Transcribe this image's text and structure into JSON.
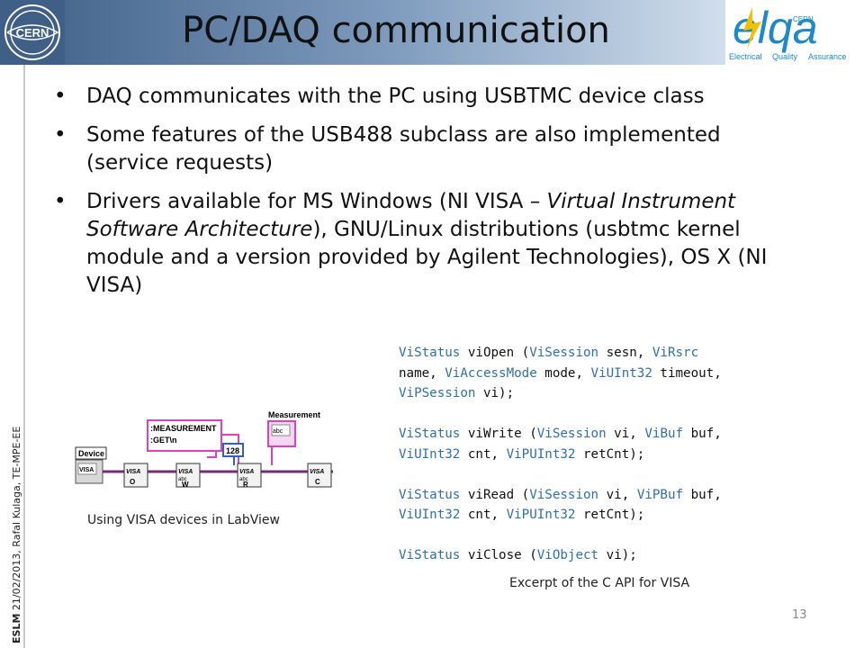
{
  "header": {
    "title": "PC/DAQ communication",
    "cern_logo": "CERN",
    "elqa_logo": {
      "mark": "elqa",
      "sub_a": "Electrical",
      "sub_b": "Quality",
      "sub_c": "Assurance",
      "cern": "CERN"
    }
  },
  "sidebar": {
    "prefix": "ESLM",
    "text": " 21/02/2013,  Rafal Kulaga, TE-MPE-EE"
  },
  "bullets": [
    {
      "parts": [
        "DAQ communicates with the PC using USBTMC device class"
      ]
    },
    {
      "parts": [
        "Some features of the USB488 subclass are also implemented (service requests)"
      ]
    },
    {
      "parts": [
        "Drivers available for MS Windows (NI VISA – ",
        "Virtual Instrument Software Architecture",
        "), GNU/Linux distributions (usbtmc kernel module and a version provided by Agilent Technologies), OS X (NI VISA)"
      ]
    }
  ],
  "code": {
    "lines": [
      [
        "ViStatus",
        " viOpen (",
        "ViSession",
        " sesn, ",
        "ViRsrc"
      ],
      [
        "name, ",
        "ViAccessMode",
        " mode, ",
        "ViUInt32",
        " timeout,"
      ],
      [
        "ViPSession",
        " vi);"
      ],
      [
        ""
      ],
      [
        "ViStatus",
        " viWrite (",
        "ViSession",
        " vi, ",
        "ViBuf",
        " buf,"
      ],
      [
        "ViUInt32",
        " cnt, ",
        "ViPUInt32",
        " retCnt);"
      ],
      [
        ""
      ],
      [
        "ViStatus",
        " viRead (",
        "ViSession",
        " vi, ",
        "ViPBuf",
        " buf,"
      ],
      [
        "ViUInt32",
        " cnt, ",
        "ViPUInt32",
        " retCnt);"
      ],
      [
        ""
      ],
      [
        "ViStatus",
        " viClose (",
        "ViObject",
        " vi);"
      ]
    ],
    "type_tokens": [
      "ViStatus",
      "ViSession",
      "ViRsrc",
      "ViAccessMode",
      "ViUInt32",
      "ViPSession",
      "ViBuf",
      "ViPUInt32",
      "ViPBuf",
      "ViObject"
    ]
  },
  "labview": {
    "caption": "Using VISA devices in LabView",
    "device_label": "Device",
    "visa_text": "VISA",
    "measurement_label": "Measurement",
    "command": [
      ":MEASUREMENT",
      ":GET\\n"
    ],
    "count": "128",
    "abc": "abc",
    "io_letters": [
      "O",
      "W",
      "R",
      "C"
    ]
  },
  "code_caption": "Excerpt of the C API for VISA",
  "page_number": "13",
  "colors": {
    "type": "#2f6fb0",
    "wire_pink": "#e040c0",
    "wire_blue": "#3060d0",
    "header_dark": "#3f5f86"
  }
}
